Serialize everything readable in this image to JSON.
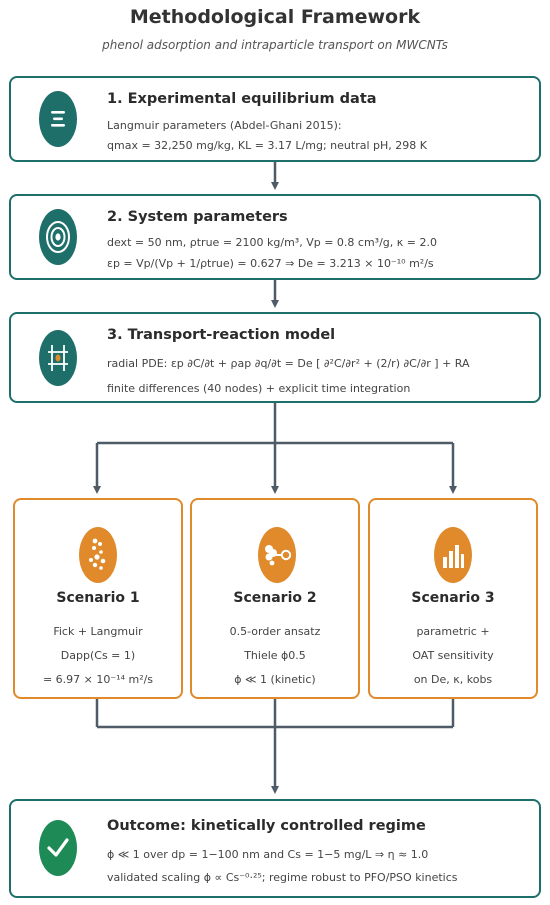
{
  "title": "Methodological Framework",
  "subtitle": "phenol adsorption and intraparticle transport on MWCNTs",
  "colors": {
    "teal": "#1e6f6a",
    "orange": "#e08a2c",
    "green": "#1e8a55",
    "arrow": "#4f5b66"
  },
  "steps": [
    {
      "icon": "list-icon",
      "title": "1. Experimental equilibrium data",
      "lines": [
        "Langmuir parameters (Abdel-Ghani 2015):",
        "qmax = 32,250 mg/kg,   KL = 3.17 L/mg;   neutral pH, 298 K"
      ]
    },
    {
      "icon": "target-icon",
      "title": "2. System parameters",
      "lines": [
        "dext = 50 nm,  ρtrue = 2100 kg/m³,  Vp = 0.8 cm³/g,  κ = 2.0",
        "εp = Vp/(Vp + 1/ρtrue) = 0.627   ⇒   De = 3.213 × 10⁻¹⁰ m²/s"
      ]
    },
    {
      "icon": "grid-icon",
      "title": "3. Transport-reaction model",
      "lines": [
        "radial PDE:  εp ∂C/∂t + ρap ∂q/∂t = De [ ∂²C/∂r² + (2/r) ∂C/∂r ] + RA",
        "finite differences (40 nodes) + explicit time integration"
      ]
    }
  ],
  "scenarios": [
    {
      "icon": "particles-icon",
      "title": "Scenario 1",
      "lines": [
        "Fick + Langmuir",
        "Dapp(Cs = 1)",
        "= 6.97 × 10⁻¹⁴ m²/s"
      ]
    },
    {
      "icon": "node-icon",
      "title": "Scenario 2",
      "lines": [
        "0.5-order ansatz",
        "Thiele ϕ0.5",
        "ϕ ≪ 1 (kinetic)"
      ]
    },
    {
      "icon": "bar-chart-icon",
      "title": "Scenario 3",
      "lines": [
        "parametric +",
        "OAT sensitivity",
        "on De, κ, kobs"
      ]
    }
  ],
  "outcome": {
    "icon": "check-icon",
    "title": "Outcome: kinetically controlled regime",
    "lines": [
      "ϕ ≪ 1 over dp = 1−100 nm and Cs = 1−5 mg/L   ⇒   η ≈ 1.0",
      "validated scaling ϕ ∝ Cs⁻⁰·²⁵; regime robust to PFO/PSO kinetics"
    ]
  }
}
